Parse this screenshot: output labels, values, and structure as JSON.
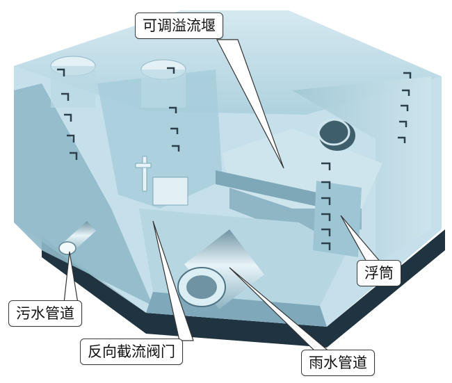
{
  "diagram": {
    "labels": {
      "weir": "可调溢流堰",
      "float_tube": "浮筒",
      "sewage_pipe": "污水管道",
      "reverse_valve": "反向截流阀门",
      "rain_pipe": "雨水管道"
    },
    "colors": {
      "base_dark": "#1f3340",
      "concrete": "#9fc7d6",
      "concrete_light": "#cfe5ee",
      "concrete_shade": "#7fa9ba",
      "glass": "#bfdde9",
      "pipe": "#d7ecf3",
      "leader_line": "#333333"
    }
  }
}
